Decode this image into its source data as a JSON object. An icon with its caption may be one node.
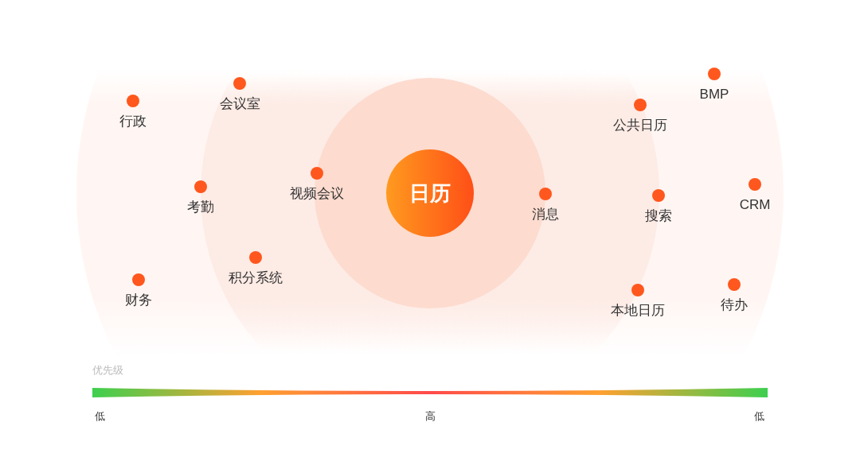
{
  "diagram": {
    "nodes": [
      {
        "text": [
          "日历"
        ]
      }
    ],
    "labels": [
      "BMP",
      "会议室",
      "行政",
      "公共日历",
      "视频会议",
      "CRM",
      "考勤",
      "消息",
      "搜索",
      "积分系统",
      "财务",
      "本地日历",
      "待办",
      "优先级",
      "低",
      "高",
      "低"
    ]
  }
}
